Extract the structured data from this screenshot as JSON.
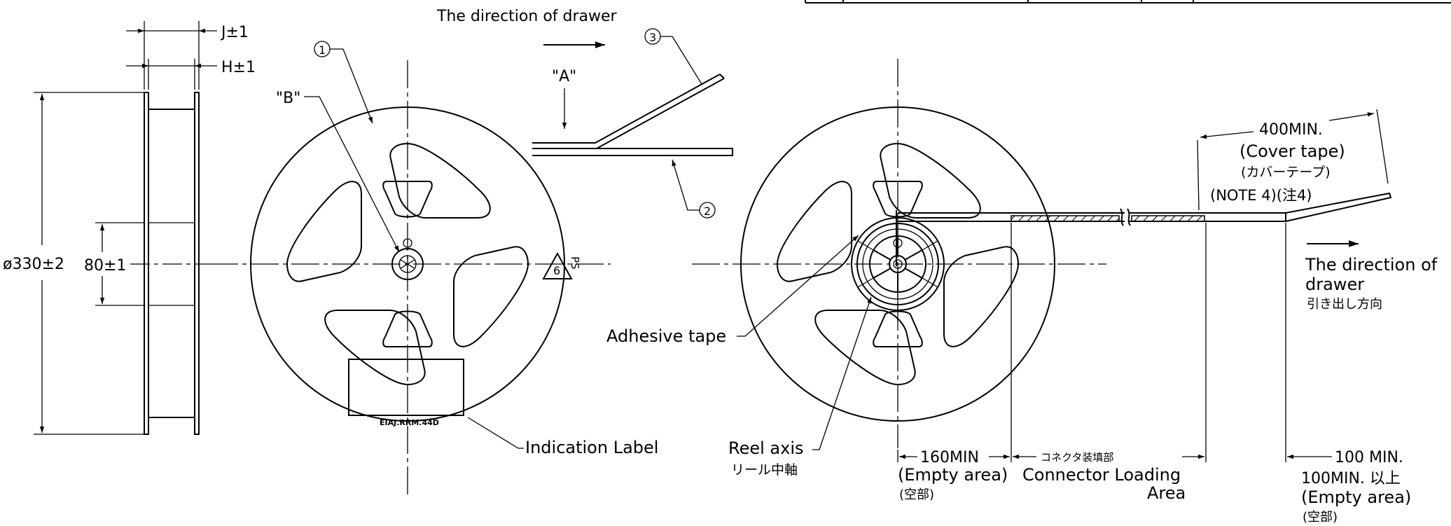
{
  "labels": {
    "direction_of_drawer_top": "The direction of drawer",
    "view_a": "\"A\"",
    "view_b": "\"B\"",
    "callout_1": "1",
    "callout_2": "2",
    "callout_3": "3",
    "dim_j": "J±1",
    "dim_h": "H±1",
    "dim_diameter": "ø330±2",
    "dim_hub": "80±1",
    "recycle_number": "6",
    "recycle_code": "PS",
    "label_box_text": "EIAJ.RRM.44D",
    "indication_label": "Indication Label",
    "adhesive_tape": "Adhesive tape",
    "reel_axis_en": "Reel axis",
    "reel_axis_jp": "リール中軸",
    "dim_400": "400MIN.",
    "cover_tape_en": "(Cover tape)",
    "cover_tape_jp": "(カバーテープ)",
    "note_4": "(NOTE 4)(注4)",
    "direction_right_1": "The direction of",
    "direction_right_2": "drawer",
    "direction_right_jp": "引き出し方向",
    "dim_160": "160MIN",
    "connector_area_jp": "コネクタ装填部",
    "dim_100": "100 MIN.",
    "empty_area_en_1": "(Empty area)",
    "connector_loading": "Connector Loading",
    "connector_area_en": "Area",
    "empty_jp_1": "(空部)",
    "min_100_jp": "100MIN. 以上",
    "empty_area_en_2": "(Empty area)",
    "empty_jp_2": "(空部)"
  }
}
